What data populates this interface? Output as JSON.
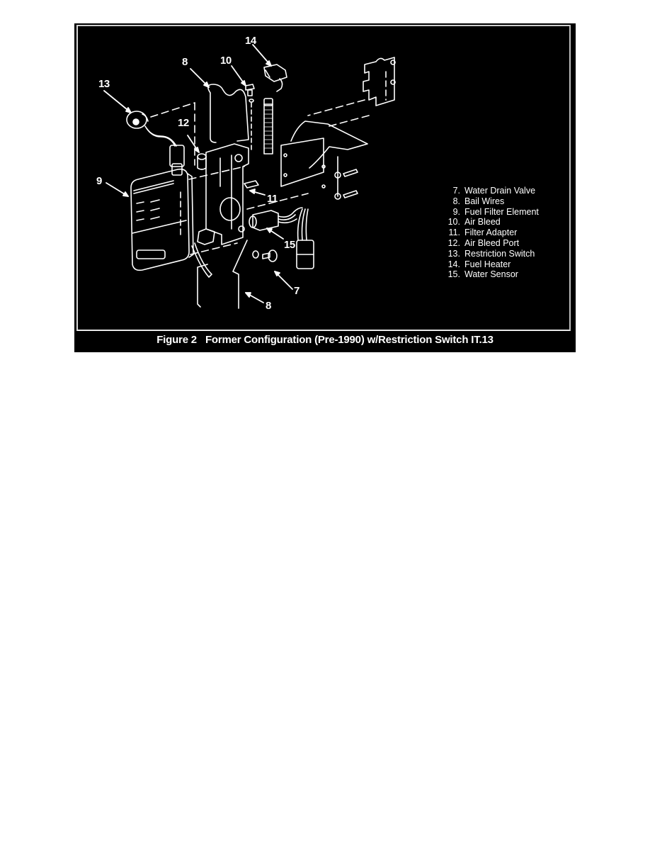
{
  "figure": {
    "number_label": "Figure 2",
    "title": "Former Configuration (Pre-1990) w/Restriction Switch",
    "ref_code": "IT.13",
    "colors": {
      "background": "#000000",
      "line_art": "#ffffff",
      "page": "#ffffff"
    }
  },
  "callouts": [
    {
      "id": "14",
      "text": "14"
    },
    {
      "id": "8a",
      "text": "8"
    },
    {
      "id": "10",
      "text": "10"
    },
    {
      "id": "13",
      "text": "13"
    },
    {
      "id": "12",
      "text": "12"
    },
    {
      "id": "9",
      "text": "9"
    },
    {
      "id": "11",
      "text": "11"
    },
    {
      "id": "15",
      "text": "15"
    },
    {
      "id": "7",
      "text": "7"
    },
    {
      "id": "8b",
      "text": "8"
    }
  ],
  "legend": [
    {
      "num": "7.",
      "label": "Water Drain Valve"
    },
    {
      "num": "8.",
      "label": "Bail Wires"
    },
    {
      "num": "9.",
      "label": "Fuel Filter Element"
    },
    {
      "num": "10.",
      "label": "Air Bleed"
    },
    {
      "num": "11.",
      "label": "Filter Adapter"
    },
    {
      "num": "12.",
      "label": "Air Bleed Port"
    },
    {
      "num": "13.",
      "label": "Restriction Switch"
    },
    {
      "num": "14.",
      "label": "Fuel Heater"
    },
    {
      "num": "15.",
      "label": "Water Sensor"
    }
  ]
}
